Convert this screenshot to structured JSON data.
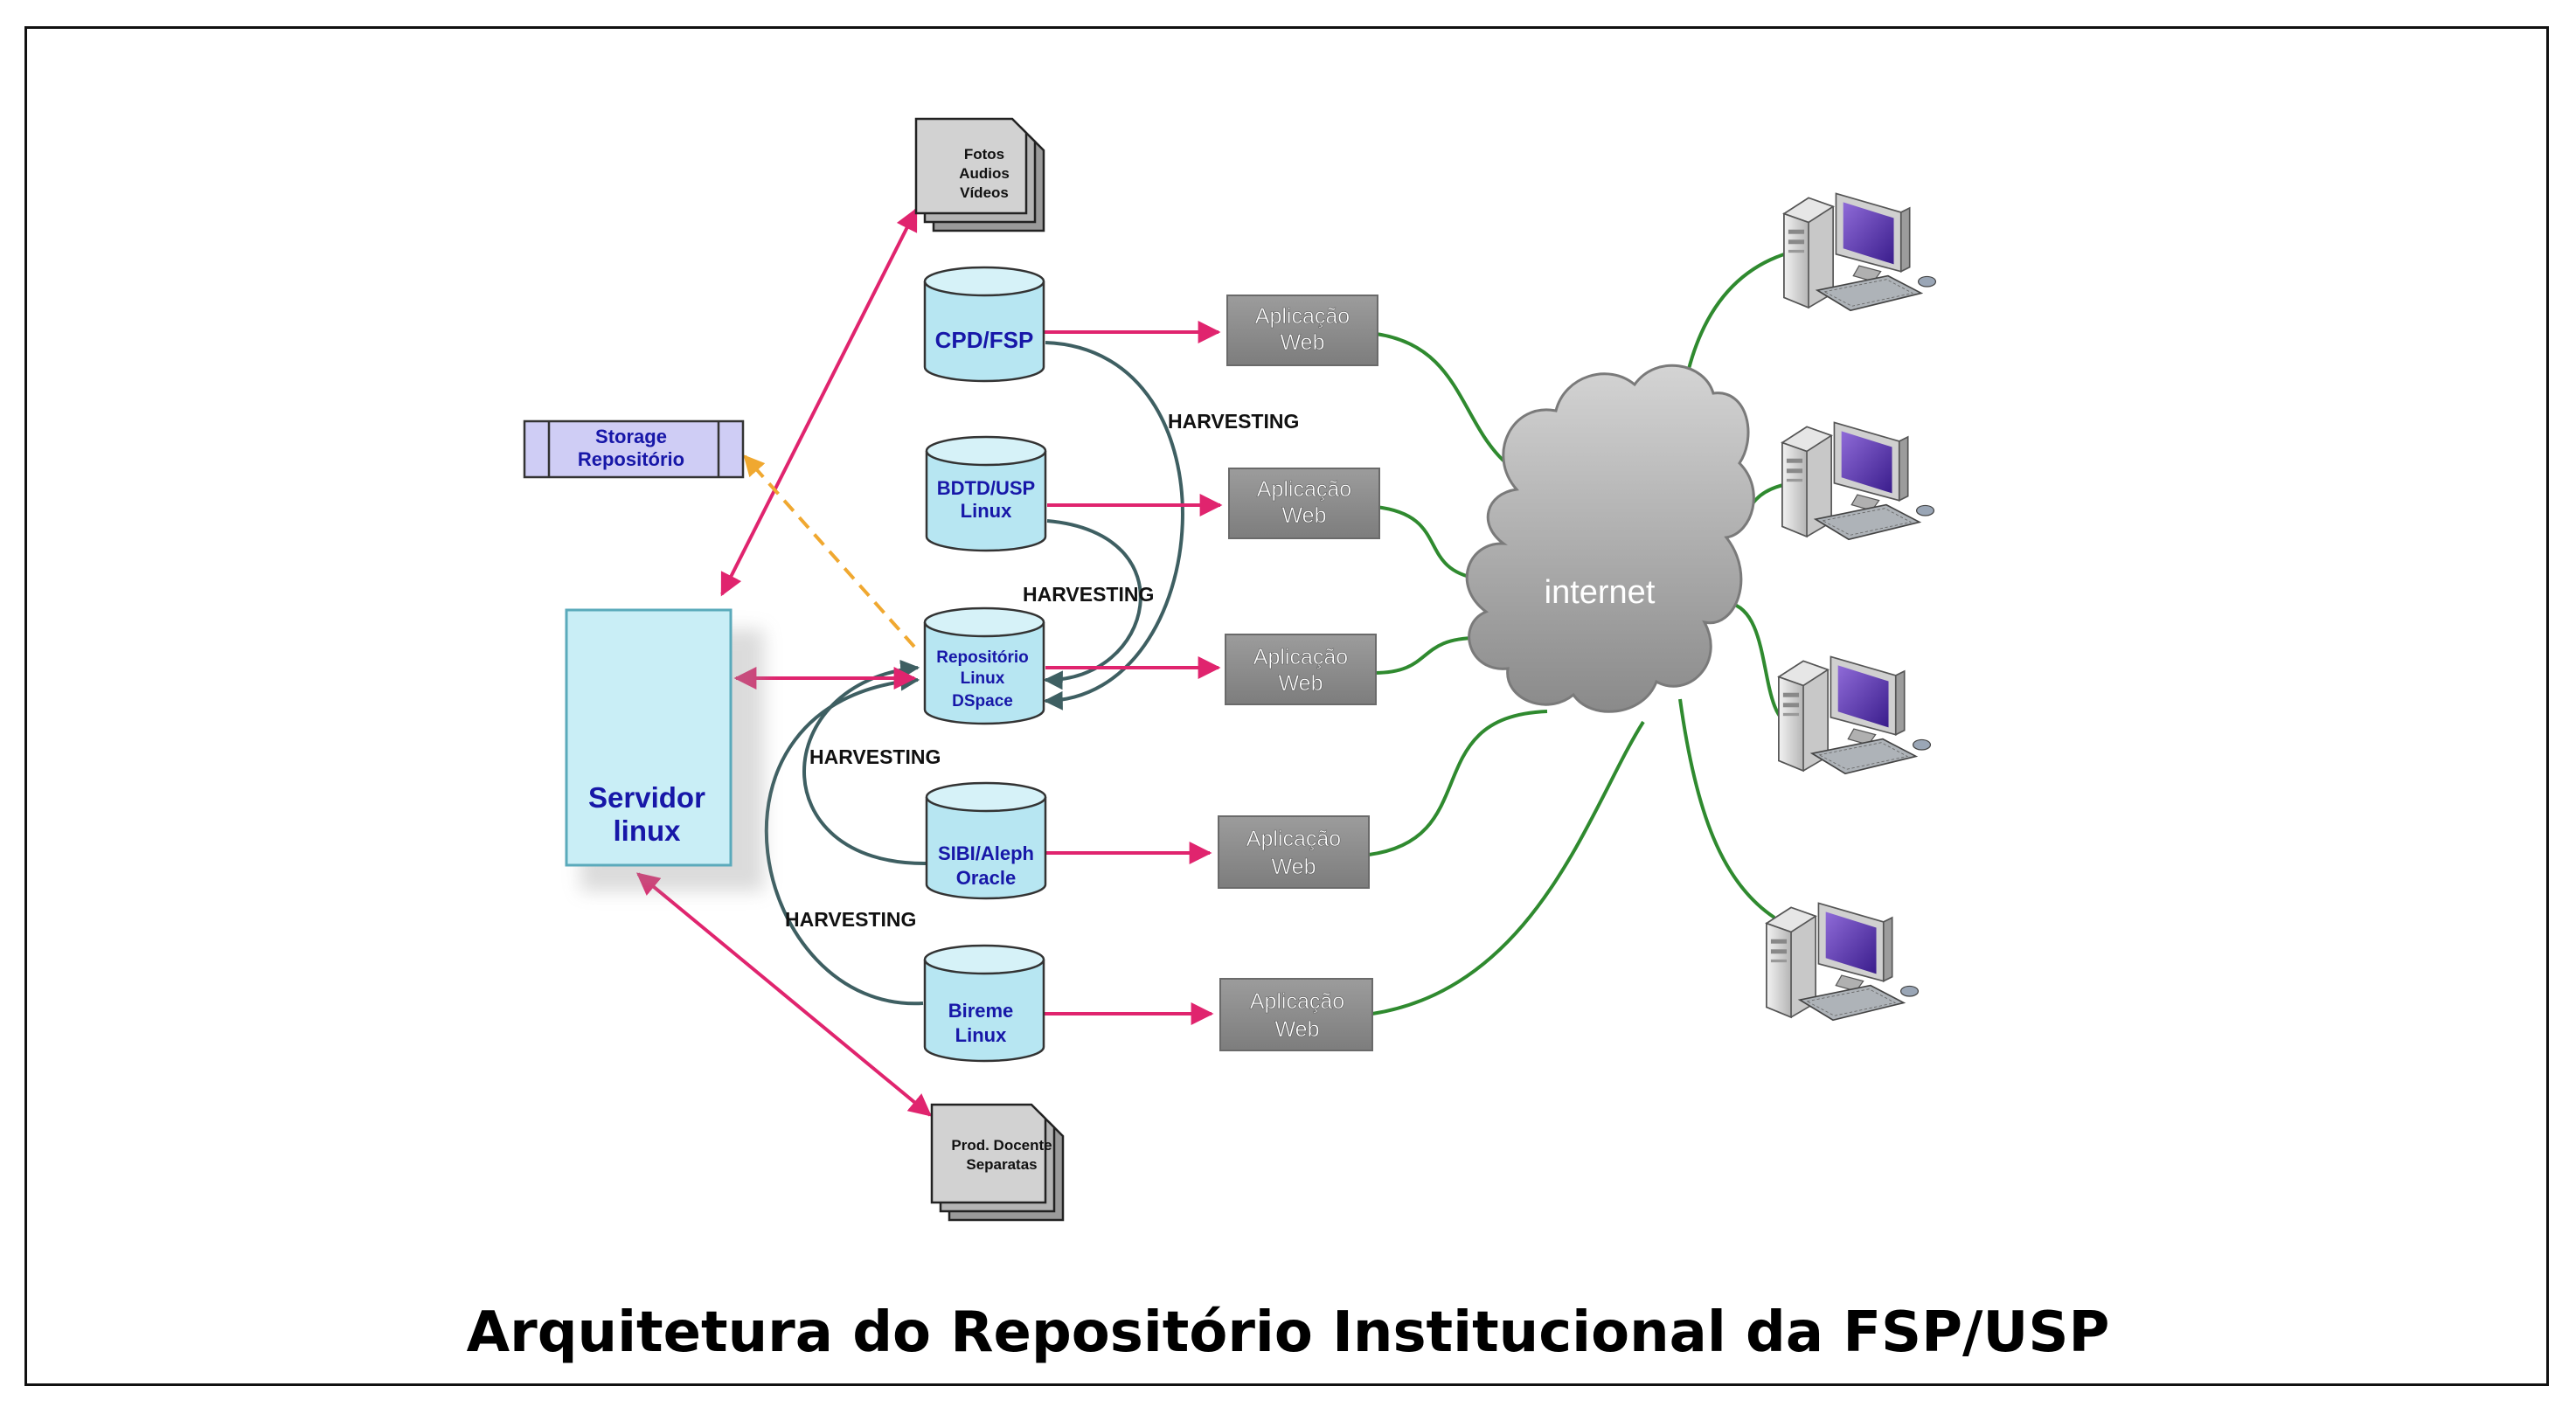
{
  "caption": "Arquitetura do Repositório Institucional da FSP/USP",
  "colors": {
    "cylinder_fill": "#b7e6f2",
    "server_fill": "#c9eef6",
    "storage_fill": "#cfcdf5",
    "db_label": "#1717a8",
    "link_arrow": "#e0246e",
    "harvest_arrow": "#3e5f62",
    "internet_link": "#2f8a2f",
    "dashed_arrow": "#f0a830",
    "web_box": "#8c8c8c",
    "cloud": "#a8a8a8"
  },
  "documents": {
    "media": {
      "lines": [
        "Fotos",
        "Audios",
        "Vídeos"
      ]
    },
    "docs": {
      "lines": [
        "Prod. Docente",
        "Separatas"
      ]
    }
  },
  "storage": {
    "lines": [
      "Storage",
      "Repositório"
    ]
  },
  "server": {
    "lines": [
      "Servidor",
      "linux"
    ]
  },
  "databases": {
    "cpd": {
      "lines": [
        "CPD/FSP"
      ]
    },
    "bdtd": {
      "lines": [
        "BDTD/USP",
        "Linux"
      ]
    },
    "repo": {
      "lines": [
        "Repositório",
        "Linux",
        "DSpace"
      ]
    },
    "sibi": {
      "lines": [
        "SIBI/Aleph",
        "Oracle"
      ]
    },
    "bireme": {
      "lines": [
        "Bireme",
        "Linux"
      ]
    }
  },
  "web_apps": [
    {
      "lines": [
        "Aplicação",
        "Web"
      ]
    },
    {
      "lines": [
        "Aplicação",
        "Web"
      ]
    },
    {
      "lines": [
        "Aplicação",
        "Web"
      ]
    },
    {
      "lines": [
        "Aplicação",
        "Web"
      ]
    },
    {
      "lines": [
        "Aplicação",
        "Web"
      ]
    }
  ],
  "harvest_labels": [
    "HARVESTING",
    "HARVESTING",
    "HARVESTING",
    "HARVESTING"
  ],
  "internet": {
    "label": "internet"
  },
  "computers": [
    {
      "icon": "computer-icon"
    },
    {
      "icon": "computer-icon"
    },
    {
      "icon": "computer-icon"
    },
    {
      "icon": "computer-icon"
    }
  ]
}
